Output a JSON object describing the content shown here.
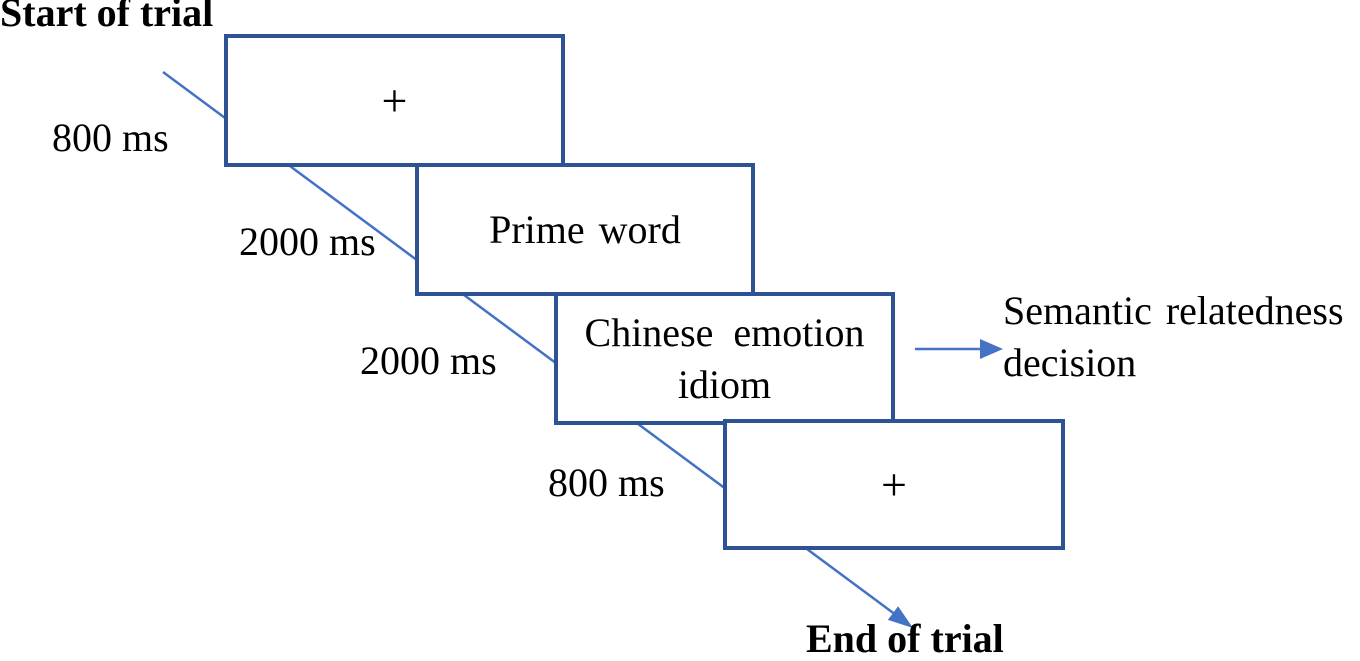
{
  "figure": {
    "start_label": "Start of trial",
    "end_label": "End of trial",
    "decision": {
      "line1": "Semantic relatedness",
      "line2": "decision"
    },
    "steps": [
      {
        "stimulus": "+",
        "duration": "800 ms"
      },
      {
        "stimulus": "Prime word",
        "duration": "2000 ms"
      },
      {
        "stimulus_line1": "Chinese emotion",
        "stimulus_line2": "idiom",
        "duration": "2000 ms"
      },
      {
        "stimulus": "+",
        "duration": "800 ms"
      }
    ],
    "colors": {
      "box_border": "#2E5395",
      "arrow": "#4472C4",
      "text": "#000000"
    }
  }
}
